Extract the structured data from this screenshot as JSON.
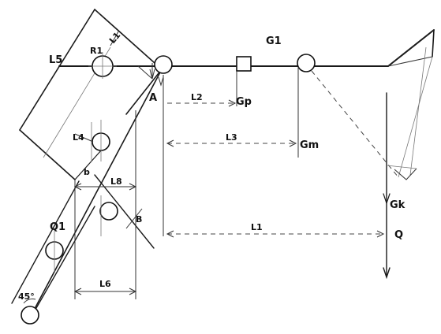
{
  "labels": {
    "L5": "L5",
    "R1": "R1",
    "L1_top": "L1",
    "G1": "G1",
    "A": "A",
    "L2": "L2",
    "Gp": "Gp",
    "L4": "L4",
    "L3": "L3",
    "Gm": "Gm",
    "b": "b",
    "L8": "L8",
    "B": "B",
    "Q1": "Q1",
    "Gk": "Gk",
    "L1_bottom": "L1",
    "Q": "Q",
    "L6": "L6",
    "angle": "45°"
  }
}
